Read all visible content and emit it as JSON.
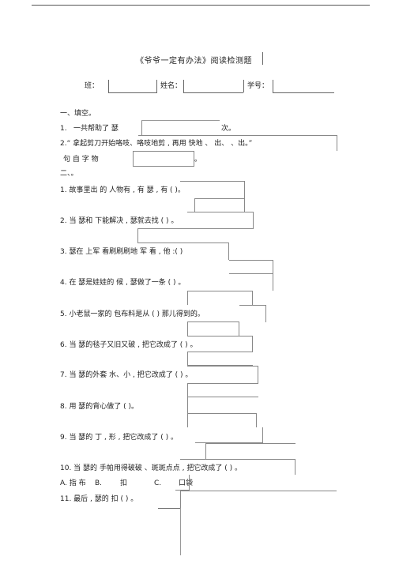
{
  "title": "《爷爷一定有办法》阅读检测题",
  "header": {
    "class_label": "班：",
    "name_label": "姓名：",
    "id_label": "学号："
  },
  "section1": {
    "heading": "一、填空。",
    "q1": {
      "prefix": "1.",
      "text": "一共帮助了 瑟",
      "suffix": "次。"
    },
    "q2": {
      "text": "2.“ 拿起剪刀开始咯吱、咯吱地剪 , 再用  快地 、 出、 、出。”"
    },
    "q2b": {
      "text": "句 自 字 物",
      "suffix": "。"
    }
  },
  "section2": {
    "heading": "二、。",
    "items": [
      "1. 故事里出 的 人物有  , 有 瑟 , 有 (   )。",
      "2. 当 瑟和  下能解决   , 瑟就去找 (  )  。",
      "3.   瑟在 上军 看刷刷刷地 军 看 , 他  :(   )",
      "4. 在 瑟是娃娃的 候 ,   瑟做了一条 (   )  。",
      "5. 小老鼠一家的 包布料是从 (   )   那儿得到的。",
      "6. 当 瑟的毯子又旧又破  ,  把它改成了 (   )  。",
      "7. 当 瑟的外套 水、小  ,  把它改成了 (  )  。",
      "8.  用 瑟的背心做了 (   )。",
      "9. 当 瑟的  丁 , 形 ,  把它改成了 (   )   。",
      "10. 当 瑟的 手帕用得破破 、斑斑点点   ,  把它改成了 (   )   。"
    ],
    "options": {
      "a": "A. 指 布",
      "b": "B.",
      "b_text": "扣",
      "c": "C.",
      "c_text": "口袋"
    },
    "q11": "11. 最后 , 瑟的 扣    (    )    。"
  }
}
